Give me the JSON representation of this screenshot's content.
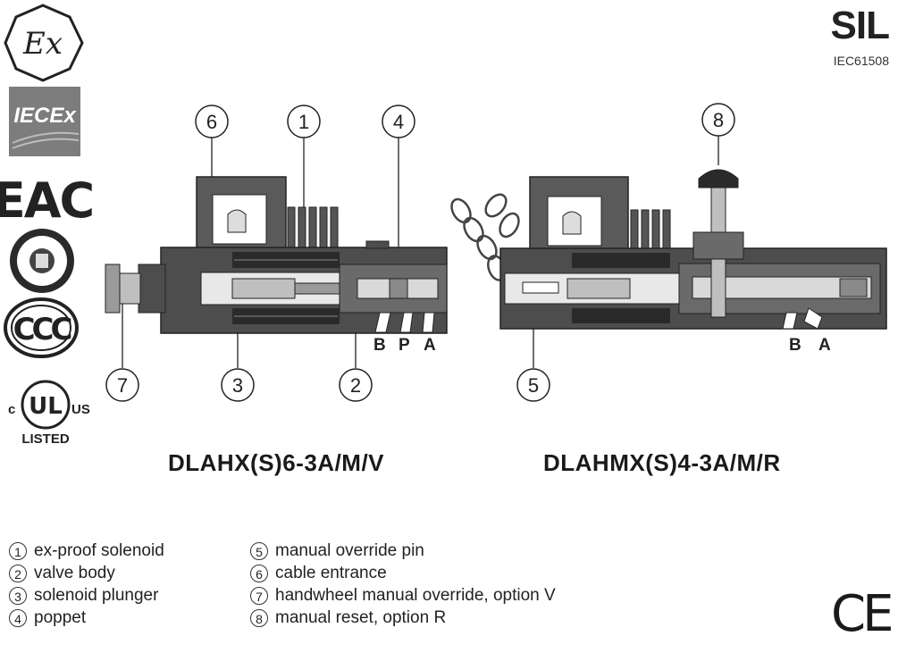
{
  "certifications": {
    "ex_label": "Ex",
    "iecex_label": "IECEx",
    "eac_label": "EAC",
    "ccc_label": "CCC",
    "ul_c": "c",
    "ul_us": "US",
    "ul_listed": "LISTED",
    "sil_title": "SIL",
    "sil_standard": "IEC61508",
    "ce_label": "CE"
  },
  "diagrams": {
    "left": {
      "model": "DLAHX(S)6-3A/M/V",
      "callouts": [
        "6",
        "1",
        "4",
        "7",
        "3",
        "2"
      ],
      "ports": [
        "B",
        "P",
        "A"
      ]
    },
    "right": {
      "model": "DLAHMX(S)4-3A/M/R",
      "callouts": [
        "8",
        "5"
      ],
      "ports": [
        "B",
        "A"
      ]
    }
  },
  "legend": {
    "col1": [
      {
        "num": "1",
        "text": "ex-proof solenoid"
      },
      {
        "num": "2",
        "text": "valve body"
      },
      {
        "num": "3",
        "text": "solenoid plunger"
      },
      {
        "num": "4",
        "text": "poppet"
      }
    ],
    "col2": [
      {
        "num": "5",
        "text": "manual override pin"
      },
      {
        "num": "6",
        "text": "cable entrance"
      },
      {
        "num": "7",
        "text": "handwheel manual override, option V"
      },
      {
        "num": "8",
        "text": "manual reset, option R"
      }
    ]
  }
}
